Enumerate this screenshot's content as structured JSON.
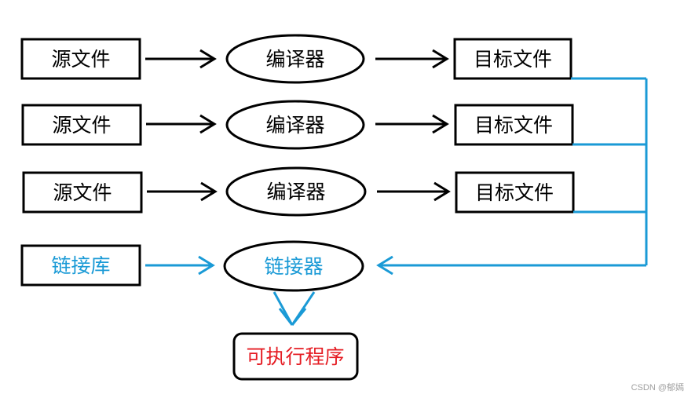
{
  "colors": {
    "black": "#000000",
    "blue": "#1a9ad6",
    "red": "#e51c23",
    "watermark": "#a0a0a0"
  },
  "rows": [
    {
      "source": "源文件",
      "compiler": "编译器",
      "object": "目标文件"
    },
    {
      "source": "源文件",
      "compiler": "编译器",
      "object": "目标文件"
    },
    {
      "source": "源文件",
      "compiler": "编译器",
      "object": "目标文件"
    }
  ],
  "library": "链接库",
  "linker": "链接器",
  "executable": "可执行程序",
  "watermark": "CSDN @郁嫣"
}
